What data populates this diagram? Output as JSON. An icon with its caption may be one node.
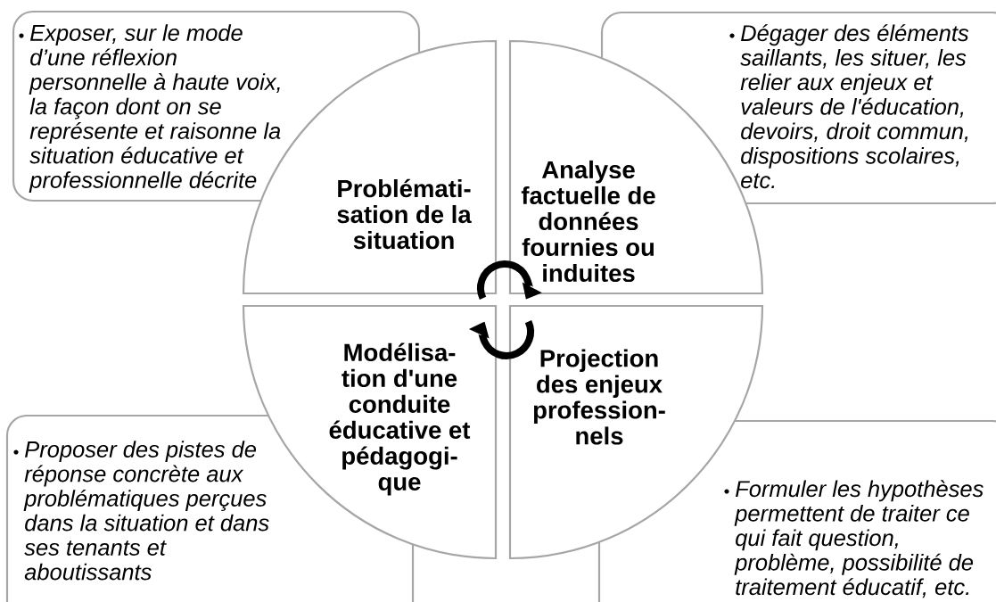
{
  "diagram": {
    "nodes": [
      {
        "text": [
          "Exposer, sur le mode d’une réflexion personnelle à haute voix, la façon dont on se représente et raisonne la situation éducative et professionnelle décrite"
        ]
      },
      {
        "text": [
          "Problémati- sation de la situation"
        ]
      },
      {
        "text": [
          "Analyse factuelle de données fournies ou induites"
        ]
      },
      {
        "text": [
          "Dégager des éléments saillants, les situer, les relier aux enjeux et valeurs de l'éducation, devoirs, droit commun, dispositions scolaires, etc."
        ]
      },
      {
        "text": [
          "Proposer des pistes de réponse concrète aux problématiques perçues dans la situation et dans ses tenants et aboutissants"
        ]
      },
      {
        "text": [
          "Modélisa- tion d'une conduite éducative et pédagogi- que"
        ]
      },
      {
        "text": [
          "Projection des enjeux profession- nels"
        ]
      },
      {
        "text": [
          "Formuler les hypothèses permettent de traiter ce qui fait question, problème, possibilité de traitement éducatif, etc."
        ]
      }
    ],
    "edges": [
      {
        "from": 1,
        "to": 2,
        "arrow": "to"
      },
      {
        "from": 6,
        "to": 5,
        "arrow": "to"
      }
    ]
  }
}
